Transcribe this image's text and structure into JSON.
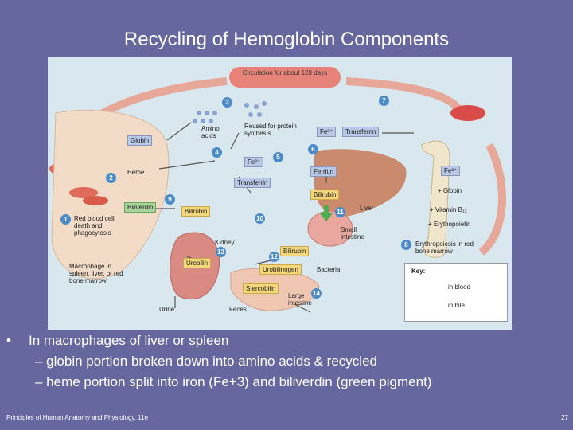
{
  "slide": {
    "title": "Recycling of Hemoglobin Components",
    "bullet_symbol": "•",
    "bullet_main": "In macrophages of liver or spleen",
    "sub_bullets": [
      "– globin portion broken down into amino acids & recycled",
      "– heme portion split into iron (Fe+3) and biliverdin (green pigment)"
    ],
    "footer": "Principles of Human Anatomy and Physiology, 11e",
    "page_number": "27"
  },
  "figure": {
    "circulation": "Circulation for about 120 days",
    "steps": [
      "1",
      "2",
      "3",
      "4",
      "5",
      "6",
      "7",
      "8",
      "9",
      "10",
      "11",
      "12",
      "13",
      "14"
    ],
    "labels": {
      "globin": "Globin",
      "heme": "Heme",
      "biliverdin": "Biliverdin",
      "bilirubin_1": "Bilirubin",
      "amino_acids": "Amino acids",
      "reused": "Reused for protein synthesis",
      "fe3_a": "Fe³⁺",
      "transferrin_a": "Transferrin",
      "fe3_b": "Fe³⁺",
      "transferrin_b": "Transferrin",
      "ferritin": "Ferritin",
      "bilirubin_liver": "Bilirubin",
      "liver": "Liver",
      "fe3_c": "Fe³⁺",
      "globin_2": "+ Globin",
      "vitamin": "+ Vitamin B₁₂",
      "epo": "+ Erythopoietin",
      "small_intestine": "Small intestine",
      "erythropoiesis": "Erythropoiesis in red bone marrow",
      "rbc_death": "Red blood cell death and phagocytosis",
      "macrophage": "Macrophage in spleen, liver, or red bone marrow",
      "kidney": "Kidney",
      "urobilin": "Urobilin",
      "urine": "Urine",
      "bilirubin_2": "Bilirubin",
      "urobilinogen": "Urobilinogen",
      "bacteria": "Bacteria",
      "stercobilin": "Stercobilin",
      "feces": "Feces",
      "large_intestine": "Large intestine"
    },
    "key": {
      "title": "Key:",
      "blood": "in blood",
      "bile": "in bile",
      "blood_color": "#d9534f",
      "bile_color": "#4cae4c"
    }
  }
}
